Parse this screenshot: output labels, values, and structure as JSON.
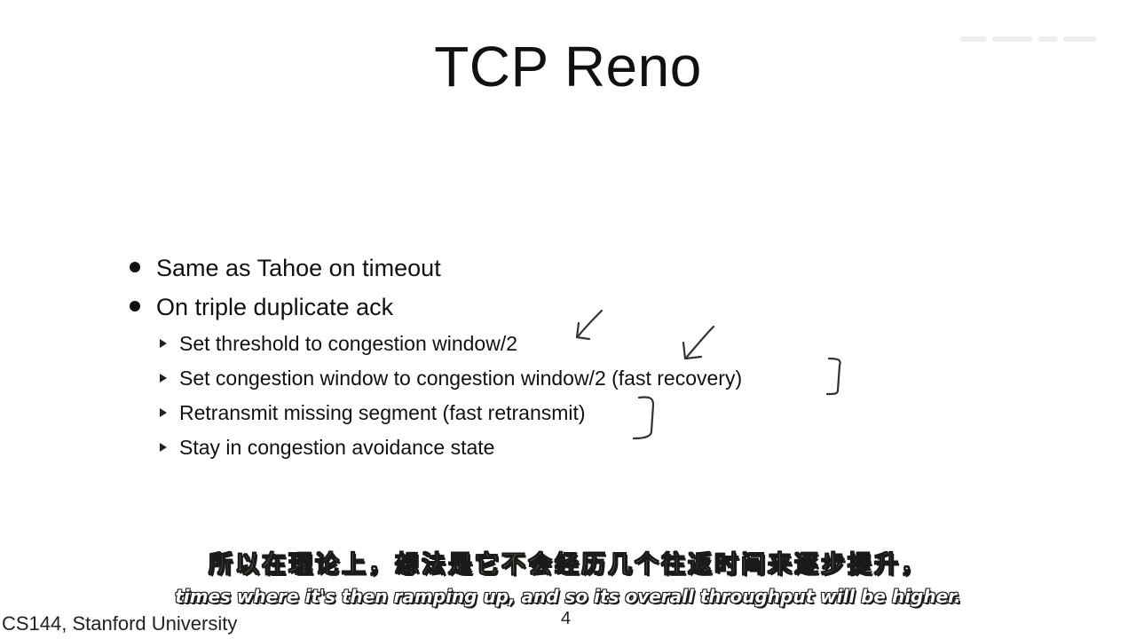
{
  "slide": {
    "title": "TCP Reno",
    "bullets": [
      {
        "text": "Same as Tahoe on timeout",
        "subitems": []
      },
      {
        "text": "On triple duplicate ack",
        "subitems": [
          "Set threshold to congestion window/2",
          "Set congestion window to congestion window/2 (fast recovery)",
          "Retransmit missing segment (fast retransmit)",
          "Stay in congestion avoidance state"
        ]
      }
    ]
  },
  "subtitles": {
    "chinese": "所以在理论上，想法是它不会经历几个往返时间来逐步提升，",
    "english": "times where it's then ramping up, and so its overall throughput will be higher."
  },
  "footer": {
    "course": "CS144, Stanford University",
    "page_number": "4"
  },
  "colors": {
    "background": "#ffffff",
    "text": "#111111",
    "subtitle_cn": "#f2f2a8",
    "subtitle_en": "#ffffff",
    "subtitle_outline": "#1a1a1a"
  }
}
